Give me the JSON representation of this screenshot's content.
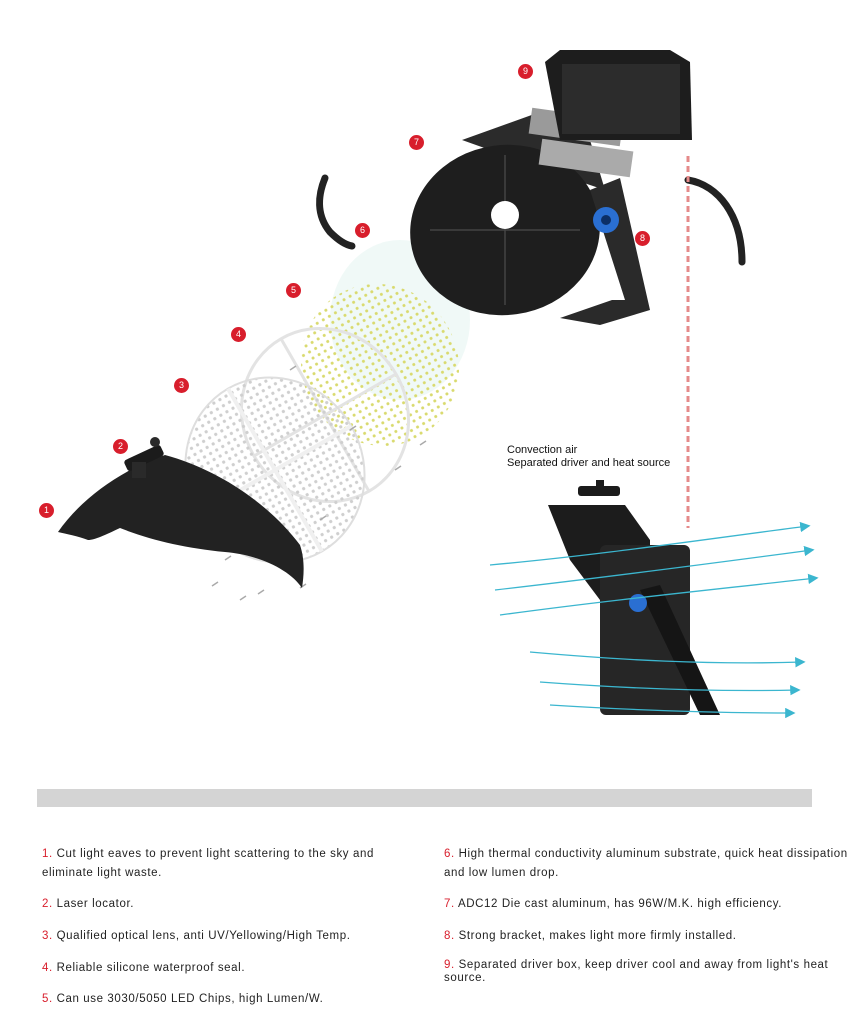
{
  "callouts": [
    {
      "label": "1"
    },
    {
      "label": "2"
    },
    {
      "label": "3"
    },
    {
      "label": "4"
    },
    {
      "label": "5"
    },
    {
      "label": "6"
    },
    {
      "label": "7"
    },
    {
      "label": "8"
    },
    {
      "label": "9"
    }
  ],
  "convection": {
    "line1": "Convection air",
    "line2": "Separated driver and heat source"
  },
  "features": [
    {
      "num": "1.",
      "text": "Cut light eaves to prevent light scattering to the sky and eliminate light waste."
    },
    {
      "num": "2.",
      "text": "Laser locator."
    },
    {
      "num": "3.",
      "text": "Qualified optical lens, anti UV/Yellowing/High Temp."
    },
    {
      "num": "4.",
      "text": "Reliable silicone waterproof seal."
    },
    {
      "num": "5.",
      "text": "Can use 3030/5050 LED Chips, high Lumen/W."
    },
    {
      "num": "6.",
      "text": "High thermal conductivity aluminum substrate, quick heat dissipation and low lumen drop."
    },
    {
      "num": "7.",
      "text": "ADC12 Die cast aluminum, has 96W/M.K. high efficiency."
    },
    {
      "num": "8.",
      "text": "Strong bracket, makes light more firmly installed."
    },
    {
      "num": "9.",
      "text": "Separated driver box, keep driver cool and away from light's heat source."
    }
  ],
  "colors": {
    "accent": "#d81e2c",
    "housing": "#1f1f1f",
    "airflow": "#3bb6cf",
    "led": "#e6e68a"
  }
}
